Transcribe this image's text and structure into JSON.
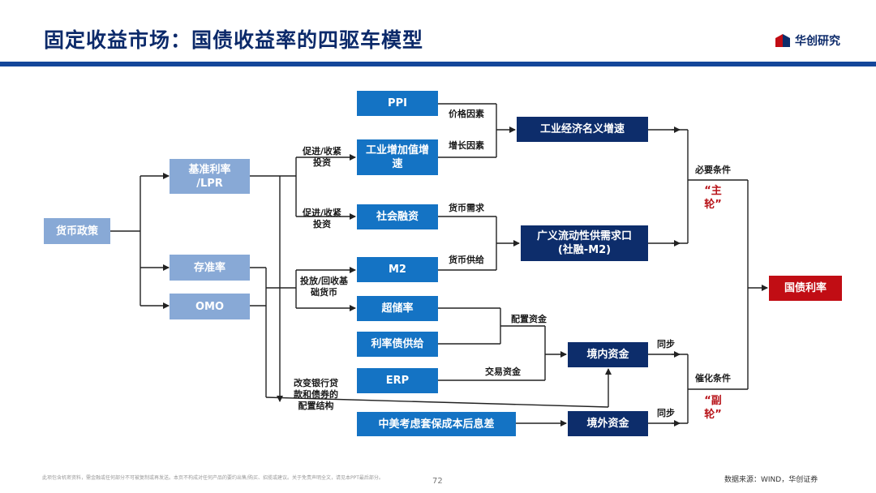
{
  "title": "固定收益市场：国债收益率的四驱车模型",
  "logo": {
    "text": "华创研究"
  },
  "nodes": {
    "monetary_policy": "货币政策",
    "benchmark_rate": "基准利率\n/LPR",
    "rrr": "存准率",
    "omo": "OMO",
    "ppi": "PPI",
    "industrial_va": "工业增加值增\n速",
    "social_financing": "社会融资",
    "m2": "M2",
    "excess_reserve": "超储率",
    "rate_bond_supply": "利率债供给",
    "erp": "ERP",
    "china_us_hedge": "中美考虑套保成本后息差",
    "industrial_nominal": "工业经济名义增速",
    "broad_liquidity": "广义流动性供需求口\n(社融-M2)",
    "domestic_funds": "境内资金",
    "foreign_funds": "境外资金",
    "treasury_yield": "国债利率"
  },
  "labels": {
    "price_factor": "价格因素",
    "growth_factor": "增长因素",
    "promote_1": "促进/收紧\n投资",
    "promote_2": "促进/收紧\n投资",
    "money_demand": "货币需求",
    "money_supply": "货币供给",
    "base_money": "投放/回收基\n础货币",
    "allocation_funds": "配置资金",
    "trading_funds": "交易资金",
    "bank_structure": "改变银行贷\n款和债券的\n配置结构",
    "sync_1": "同步",
    "sync_2": "同步",
    "necessary": "必要条件",
    "catalyst": "催化条件",
    "main_wheel": "“主\n轮”",
    "aux_wheel": "“副\n轮”"
  },
  "footer": {
    "disclaimer": "此项包含机密资料，需金融或任何部分不可被复制或再发送。本页不构成对任何产品的要约出售/购买、招揽或建议。关于免责声明全文，请见本PPT最后部分。",
    "page": "72",
    "source": "数据来源：WIND，华创证券"
  },
  "colors": {
    "title": "#0c2a6a",
    "rule": "#14479a",
    "node_mid": "#1473c4",
    "node_light": "#88a9d6",
    "node_dark": "#0d2d6b",
    "node_red": "#c10d14",
    "wheel_text": "#b8141a"
  }
}
